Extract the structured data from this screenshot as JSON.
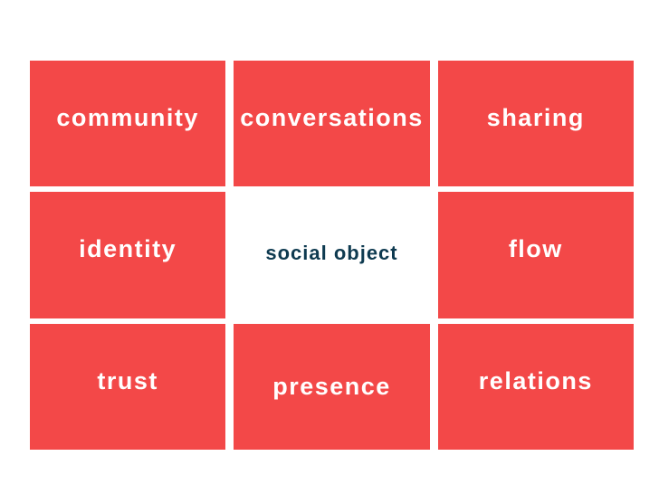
{
  "slide": {
    "type": "concept-grid-slide",
    "background": "#ffffff"
  },
  "colors": {
    "cell_red": "#f34848",
    "label_white": "#ffffff",
    "center_navy": "#0e3a50",
    "slide_bg": "#ffffff"
  },
  "grid": {
    "rows": 3,
    "cols": 3,
    "cells": [
      {
        "label": "community",
        "variant": "red"
      },
      {
        "label": "conversations",
        "variant": "red"
      },
      {
        "label": "sharing",
        "variant": "red"
      },
      {
        "label": "identity",
        "variant": "red"
      },
      {
        "label": "social object",
        "variant": "white-center"
      },
      {
        "label": "flow",
        "variant": "red"
      },
      {
        "label": "trust",
        "variant": "red"
      },
      {
        "label": "presence",
        "variant": "red"
      },
      {
        "label": "relations",
        "variant": "red"
      }
    ]
  }
}
